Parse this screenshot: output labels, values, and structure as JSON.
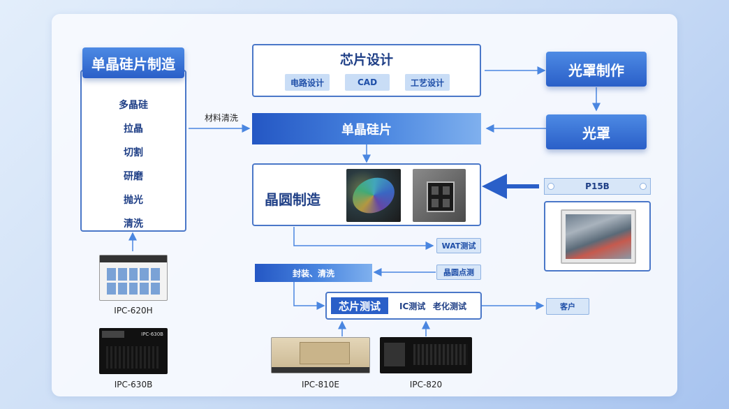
{
  "monocrystal": {
    "title": "单晶硅片制造",
    "steps": [
      "多晶硅",
      "拉晶",
      "切割",
      "研磨",
      "抛光",
      "清洗"
    ]
  },
  "chip_design": {
    "title": "芯片设计",
    "tags": [
      "电路设计",
      "CAD",
      "工艺设计"
    ]
  },
  "mask_making": "光罩制作",
  "mask": "光罩",
  "wafer_bar": "单晶硅片",
  "material_clean": "材料清洗",
  "wafer_fab": "晶圆制造",
  "panel": {
    "model": "P15B"
  },
  "wat_test": "WAT测试",
  "wafer_probe": "晶圆点测",
  "package_clean": "封装、清洗",
  "chip_test": {
    "title": "芯片测试",
    "items": [
      "IC测试",
      "老化测试"
    ]
  },
  "customer": "客户",
  "devices": {
    "ipc620h": "IPC-620H",
    "ipc630b": "IPC-630B",
    "ipc810e": "IPC-810E",
    "ipc820": "IPC-820"
  },
  "colors": {
    "accent": "#2a5fc8",
    "light_accent": "#c9ddf6",
    "arrow": "#4a86e0"
  }
}
